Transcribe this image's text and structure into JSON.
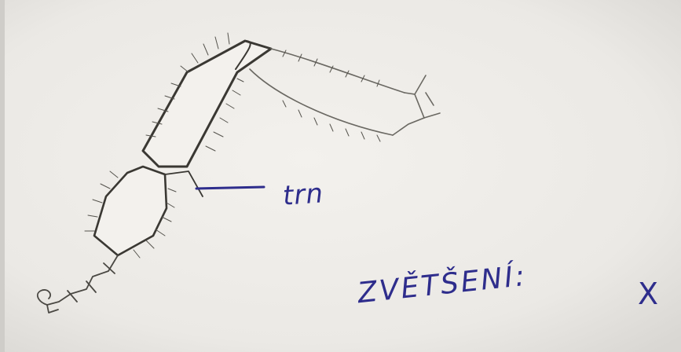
{
  "labels": {
    "spine": "trn",
    "magnification": "ZVĚTŠENÍ:",
    "magnification_value": "X"
  },
  "colors": {
    "paper": "#eeece8",
    "paper_edge": "#d8d6d2",
    "ink_pencil": "#3a3833",
    "ink_pen": "#2e2d8c"
  }
}
